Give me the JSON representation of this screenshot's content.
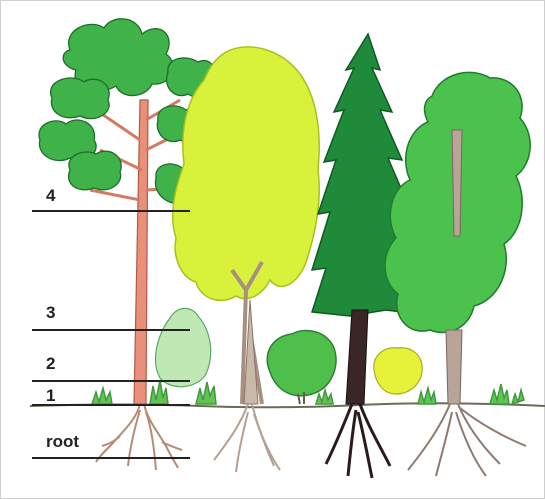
{
  "diagram": {
    "tiers": [
      {
        "id": "tier-4",
        "label": "4"
      },
      {
        "id": "tier-3",
        "label": "3"
      },
      {
        "id": "tier-2",
        "label": "2"
      },
      {
        "id": "tier-1",
        "label": "1"
      },
      {
        "id": "tier-root",
        "label": "root"
      }
    ],
    "colors": {
      "pine_foliage": "#3fb24a",
      "pine_trunk": "#e8907a",
      "birch_foliage": "#d8f23c",
      "birch_trunk": "#c9b9a8",
      "spruce_foliage": "#1f8a3a",
      "spruce_trunk": "#3a2626",
      "oak_foliage": "#4cc24e",
      "oak_trunk": "#b9a49a",
      "shrub_green": "#5cc85a",
      "shrub_yellow": "#e6f23a",
      "ground": "#6b6b58",
      "line": "#222222"
    }
  }
}
